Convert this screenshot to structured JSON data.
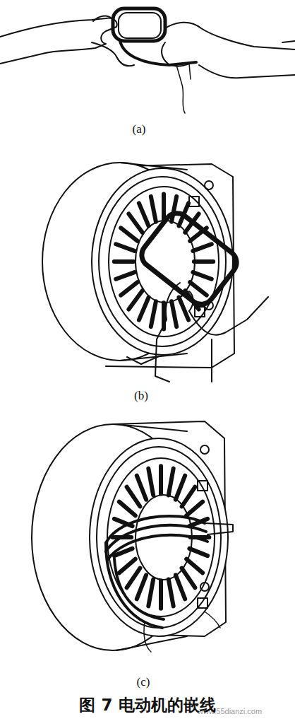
{
  "diagram": {
    "caption": "图 7 电动机的嵌线",
    "labels": [
      "(a)",
      "(b)",
      "(c)",
      "www.55dianzi.com"
    ]
  }
}
